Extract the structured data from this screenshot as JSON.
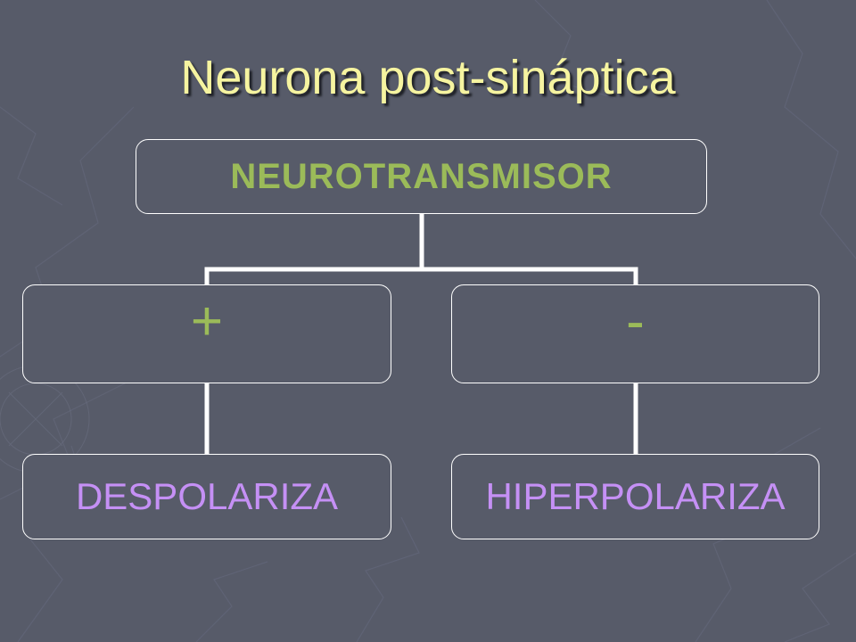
{
  "slide": {
    "title": "Neurona post-sináptica"
  },
  "diagram": {
    "root": "NEUROTRANSMISOR",
    "branches": [
      {
        "sign": "+",
        "effect": "DESPOLARIZA"
      },
      {
        "sign": "-",
        "effect": "HIPERPOLARIZA"
      }
    ]
  },
  "colors": {
    "background": "#575b69",
    "title": "#f6f4a0",
    "root_text": "#9bbb59",
    "sign_text": "#9bbb59",
    "effect_text": "#c590f5",
    "connector": "#ffffff"
  }
}
